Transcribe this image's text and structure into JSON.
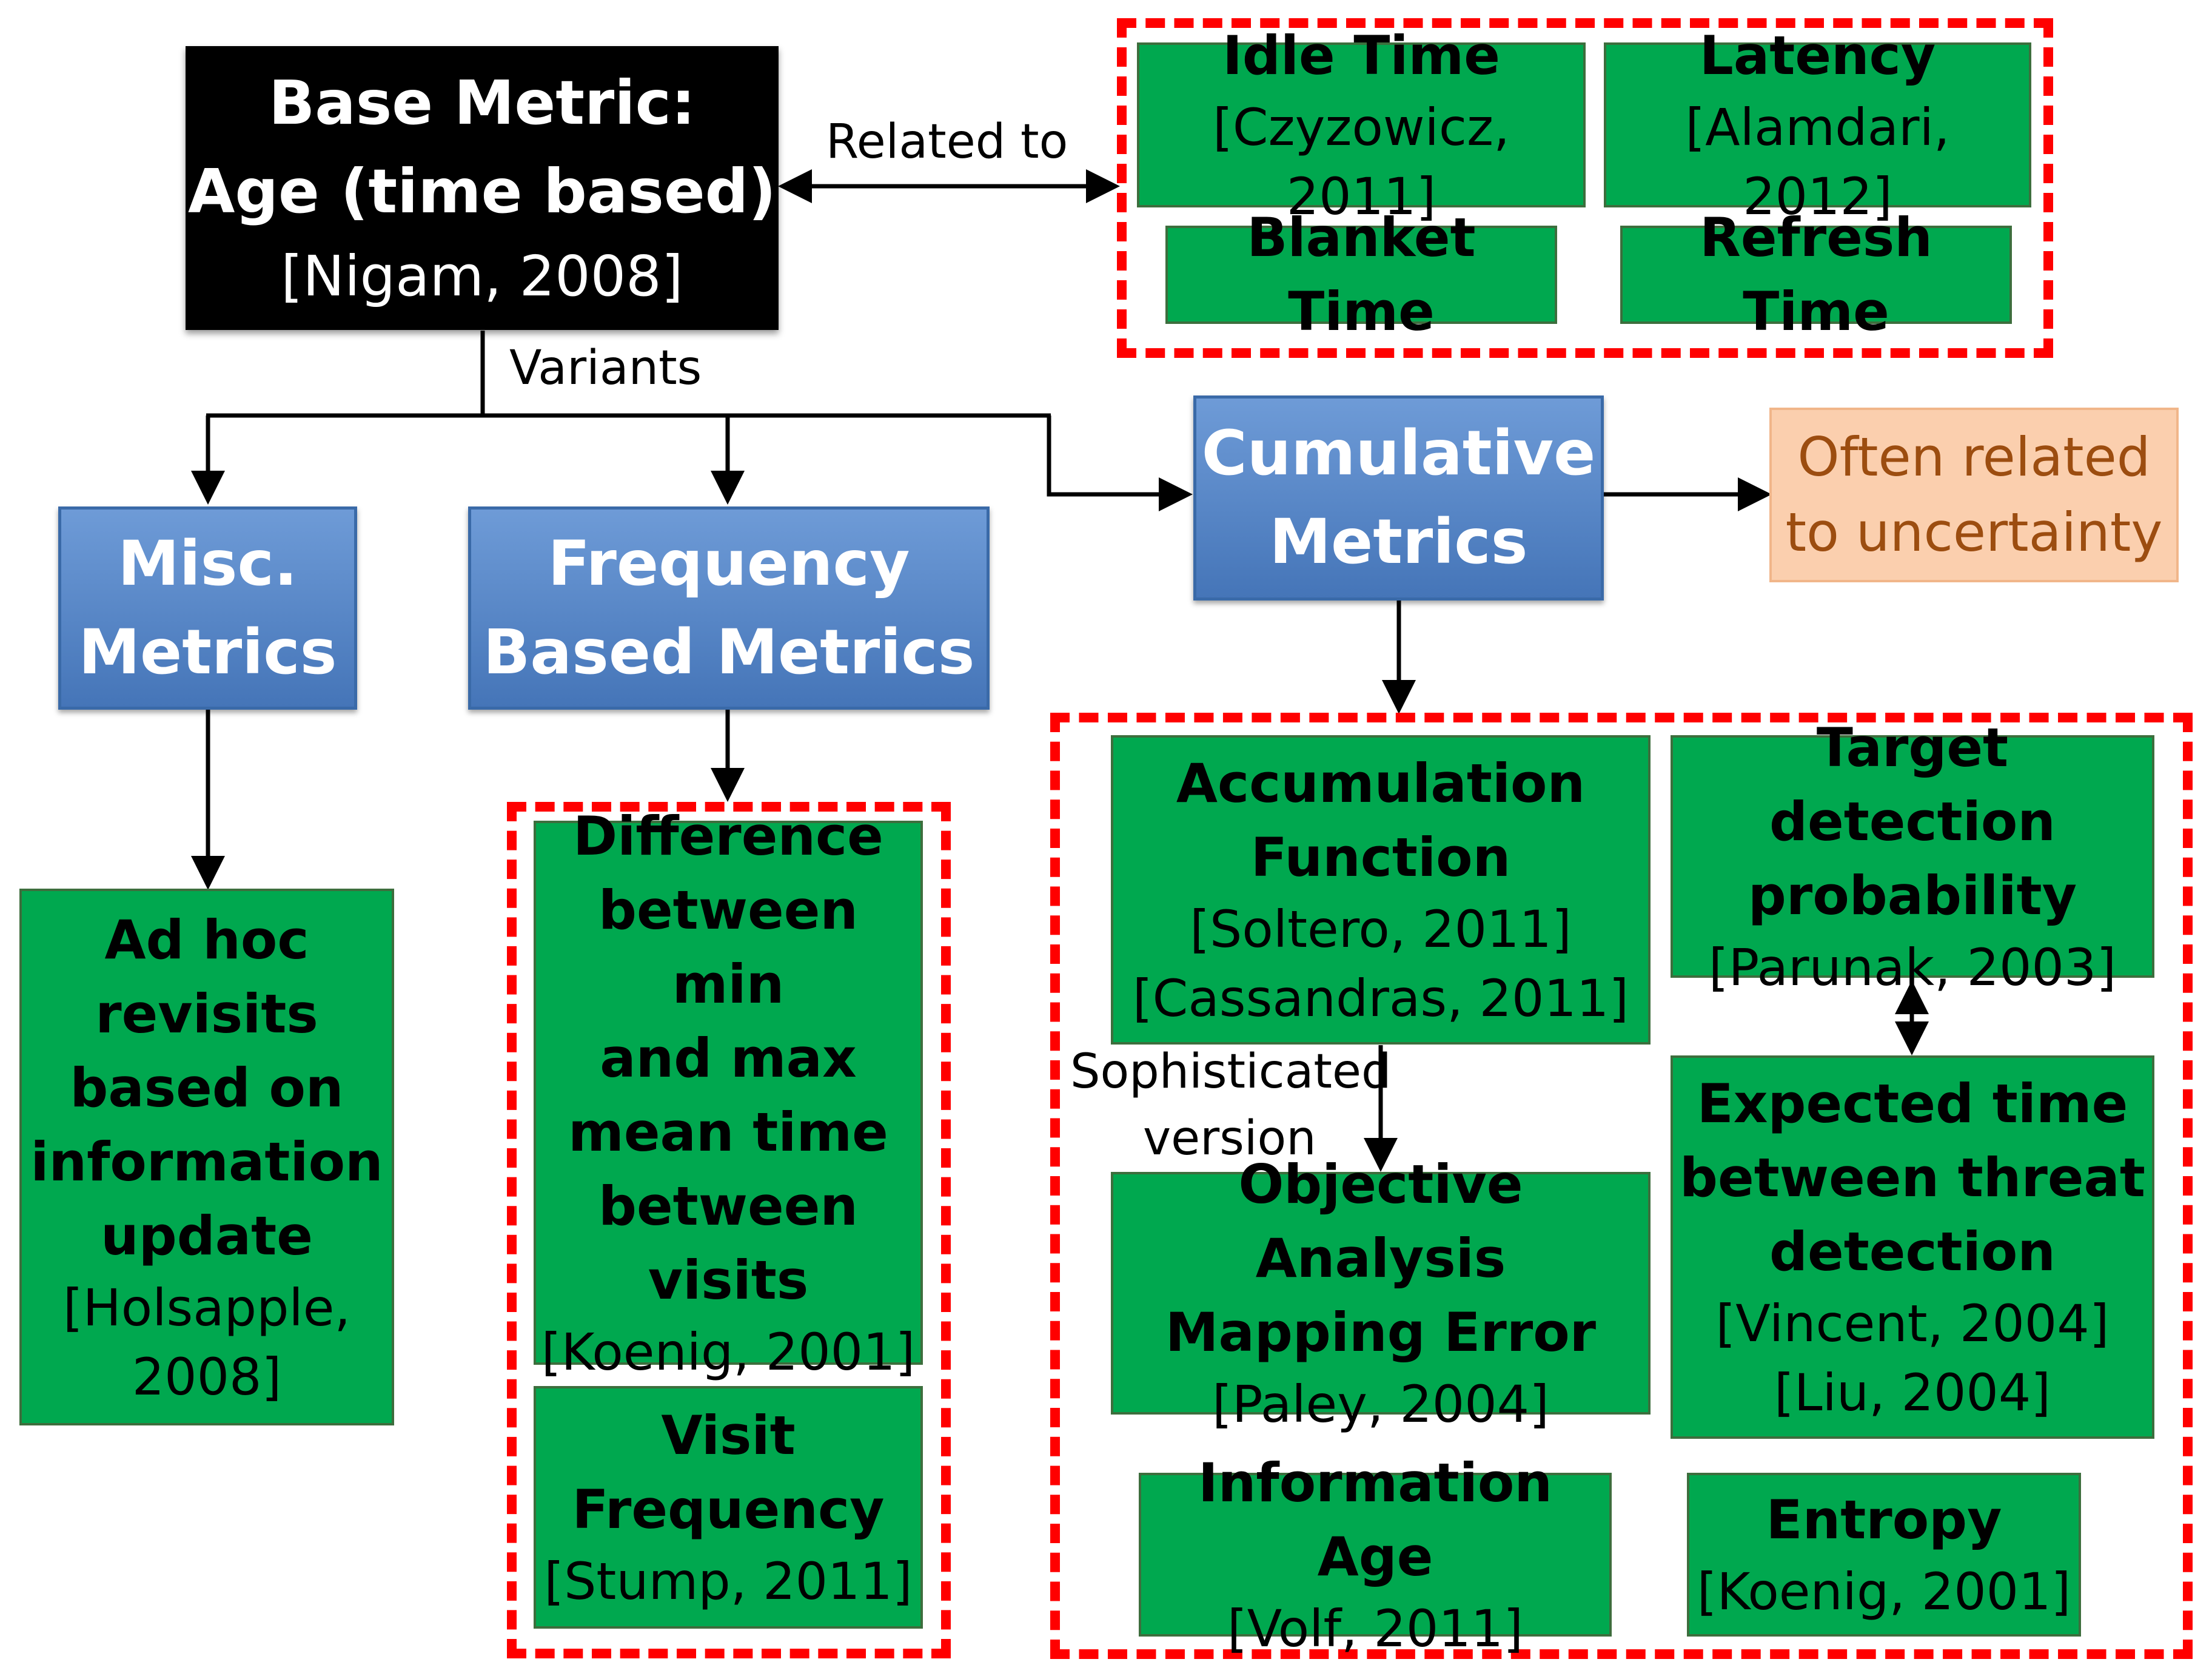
{
  "base": {
    "title1": "Base Metric:",
    "title2": "Age (time based)",
    "ref": "[Nigam, 2008]"
  },
  "labels": {
    "related_to": "Related to",
    "variants": "Variants",
    "sophisticated1": "Sophisticated",
    "sophisticated2": "version"
  },
  "related": {
    "idle": {
      "title": "Idle Time",
      "ref": "[Czyzowicz, 2011]"
    },
    "latency": {
      "title": "Latency",
      "ref": "[Alamdari, 2012]"
    },
    "blanket": {
      "title": "Blanket Time"
    },
    "refresh": {
      "title": "Refresh Time"
    }
  },
  "categories": {
    "misc": {
      "line1": "Misc.",
      "line2": "Metrics"
    },
    "frequency": {
      "line1": "Frequency",
      "line2": "Based Metrics"
    },
    "cumulative": {
      "line1": "Cumulative",
      "line2": "Metrics"
    }
  },
  "uncertainty": {
    "line1": "Often related",
    "line2": "to uncertainty"
  },
  "misc_items": {
    "adhoc": {
      "l1": "Ad hoc",
      "l2": "revisits",
      "l3": "based on",
      "l4": "information",
      "l5": "update",
      "ref1": "[Holsapple,",
      "ref2": "2008]"
    }
  },
  "frequency_items": {
    "difference": {
      "l1": "Difference",
      "l2": "between min",
      "l3": "and max",
      "l4": "mean time",
      "l5": "between",
      "l6": "visits",
      "ref": "[Koenig, 2001]"
    },
    "visit": {
      "l1": "Visit",
      "l2": "Frequency",
      "ref": "[Stump, 2011]"
    }
  },
  "cumulative_items": {
    "accumulation": {
      "l1": "Accumulation",
      "l2": "Function",
      "ref1": "[Soltero, 2011]",
      "ref2": "[Cassandras, 2011]"
    },
    "target": {
      "l1": "Target detection",
      "l2": "probability",
      "ref": "[Parunak, 2003]"
    },
    "objective": {
      "l1": "Objective Analysis",
      "l2": "Mapping Error",
      "ref": "[Paley, 2004]"
    },
    "expected": {
      "l1": "Expected time",
      "l2": "between threat",
      "l3": "detection",
      "ref1": "[Vincent, 2004]",
      "ref2": "[Liu, 2004]"
    },
    "infoage": {
      "title": "Information Age",
      "ref": "[Volf, 2011]"
    },
    "entropy": {
      "title": "Entropy",
      "ref": "[Koenig, 2001]"
    }
  }
}
